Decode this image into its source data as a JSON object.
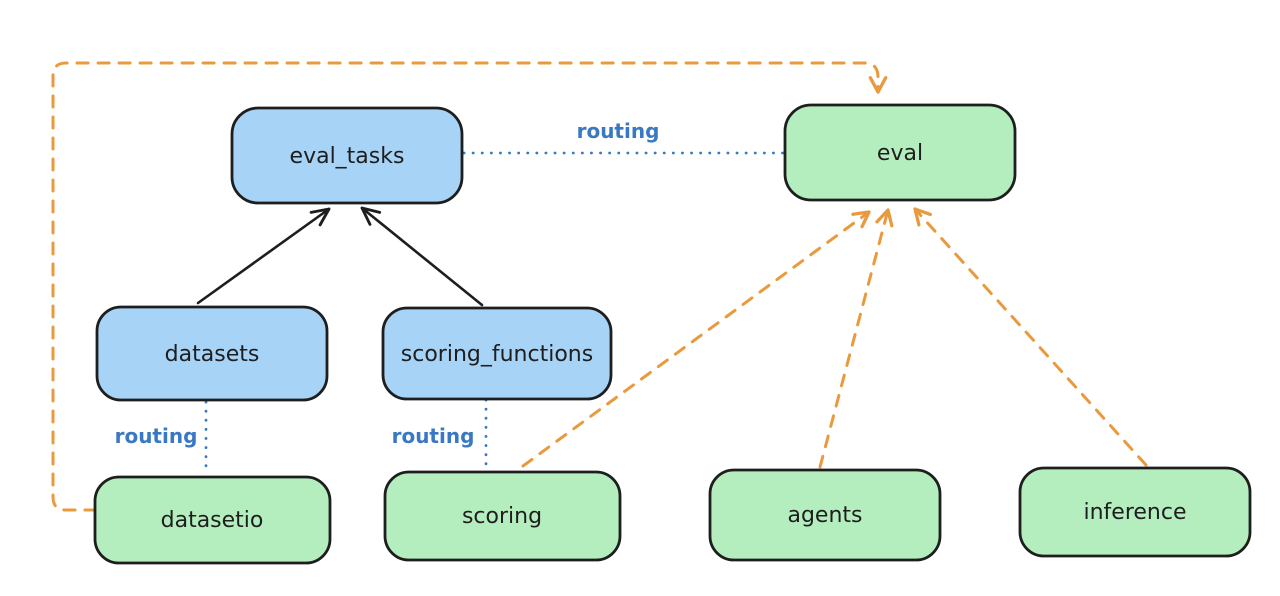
{
  "diagram": {
    "colors": {
      "background": "#ffffff",
      "node_border": "#1e1e1e",
      "node_fill_blue": "#a6d3f6",
      "node_fill_green": "#b5eebe",
      "routing_blue": "#3a78c4",
      "provider_orange": "#ea9a3e",
      "arrow_black": "#1e1e1e"
    },
    "nodes": {
      "eval_tasks": {
        "label": "eval_tasks",
        "fill": "#a6d3f6"
      },
      "eval": {
        "label": "eval",
        "fill": "#b5eebe"
      },
      "datasets": {
        "label": "datasets",
        "fill": "#a6d3f6"
      },
      "scoring_functions": {
        "label": "scoring_functions",
        "fill": "#a6d3f6"
      },
      "datasetio": {
        "label": "datasetio",
        "fill": "#b5eebe"
      },
      "scoring": {
        "label": "scoring",
        "fill": "#b5eebe"
      },
      "agents": {
        "label": "agents",
        "fill": "#b5eebe"
      },
      "inference": {
        "label": "inference",
        "fill": "#b5eebe"
      }
    },
    "edges": {
      "datasets_to_eval_tasks": {
        "from": "datasets",
        "to": "eval_tasks",
        "style": "solid-arrow",
        "color": "#1e1e1e"
      },
      "scoring_functions_to_eval_tasks": {
        "from": "scoring_functions",
        "to": "eval_tasks",
        "style": "solid-arrow",
        "color": "#1e1e1e"
      },
      "eval_tasks_to_eval": {
        "from": "eval_tasks",
        "to": "eval",
        "style": "dotted",
        "color": "#3a78c4",
        "label": "routing"
      },
      "datasets_to_datasetio": {
        "from": "datasets",
        "to": "datasetio",
        "style": "dotted",
        "color": "#3a78c4",
        "label": "routing"
      },
      "scoring_functions_to_scoring": {
        "from": "scoring_functions",
        "to": "scoring",
        "style": "dotted",
        "color": "#3a78c4",
        "label": "routing"
      },
      "datasetio_to_eval": {
        "from": "datasetio",
        "to": "eval",
        "style": "dashed-arrow",
        "color": "#ea9a3e"
      },
      "scoring_to_eval": {
        "from": "scoring",
        "to": "eval",
        "style": "dashed-arrow",
        "color": "#ea9a3e"
      },
      "agents_to_eval": {
        "from": "agents",
        "to": "eval",
        "style": "dashed-arrow",
        "color": "#ea9a3e"
      },
      "inference_to_eval": {
        "from": "inference",
        "to": "eval",
        "style": "dashed-arrow",
        "color": "#ea9a3e"
      }
    }
  }
}
